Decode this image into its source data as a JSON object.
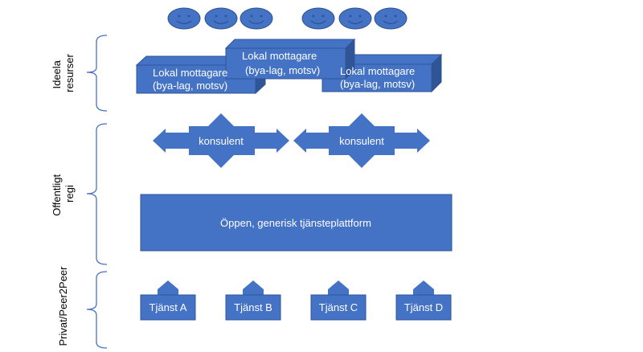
{
  "colors": {
    "fill": "#4472C4",
    "dark": "#2F5597",
    "face_stroke": "#2F528F",
    "brace": "#4472C4",
    "label": "#000000",
    "box_text": "#ffffff",
    "background": "#ffffff"
  },
  "layers": {
    "ideela": "Ideela resurser",
    "offentligt": "Offentligt regi",
    "privat": "Privat/Peer2Peer"
  },
  "ideela_icon": "smiley-face-icon",
  "receivers": [
    {
      "line1": "Lokal mottagare",
      "line2": "(bya-lag, motsv)"
    },
    {
      "line1": "Lokal mottagare",
      "line2": "(bya-lag, motsv)"
    },
    {
      "line1": "Lokal mottagare",
      "line2": "(bya-lag, motsv)"
    }
  ],
  "consultants": [
    {
      "label": "konsulent"
    },
    {
      "label": "konsulent"
    }
  ],
  "platform": "Öppen, generisk tjänsteplattform",
  "services": [
    {
      "label": "Tjänst A"
    },
    {
      "label": "Tjänst B"
    },
    {
      "label": "Tjänst C"
    },
    {
      "label": "Tjänst D"
    }
  ]
}
